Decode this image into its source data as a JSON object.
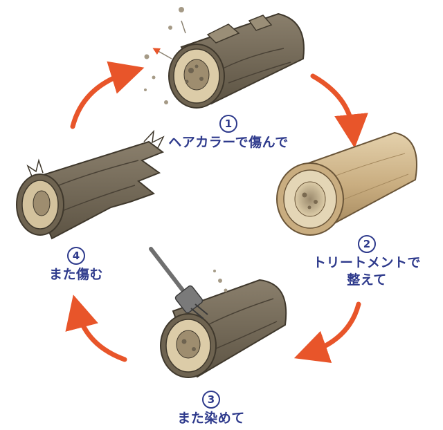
{
  "steps": [
    {
      "number": "1",
      "label_lines": [
        "ヘアカラーで傷んで"
      ],
      "illustration": "damaged-hair-cuticle-lifted-icon"
    },
    {
      "number": "2",
      "label_lines": [
        "トリートメントで",
        "整えて"
      ],
      "illustration": "smooth-treated-hair-icon"
    },
    {
      "number": "3",
      "label_lines": [
        "また染めて"
      ],
      "illustration": "dye-brush-hair-icon"
    },
    {
      "number": "4",
      "label_lines": [
        "また傷む"
      ],
      "illustration": "broken-hair-icon"
    }
  ],
  "colors": {
    "arrow": "#e8552a",
    "text": "#2e3a8c",
    "hair_dark": "#6e6350",
    "hair_mid": "#8c8170",
    "hair_core": "#d8c8a6",
    "hair_inner": "#a69677",
    "hair_smooth": "#cdb58e"
  }
}
